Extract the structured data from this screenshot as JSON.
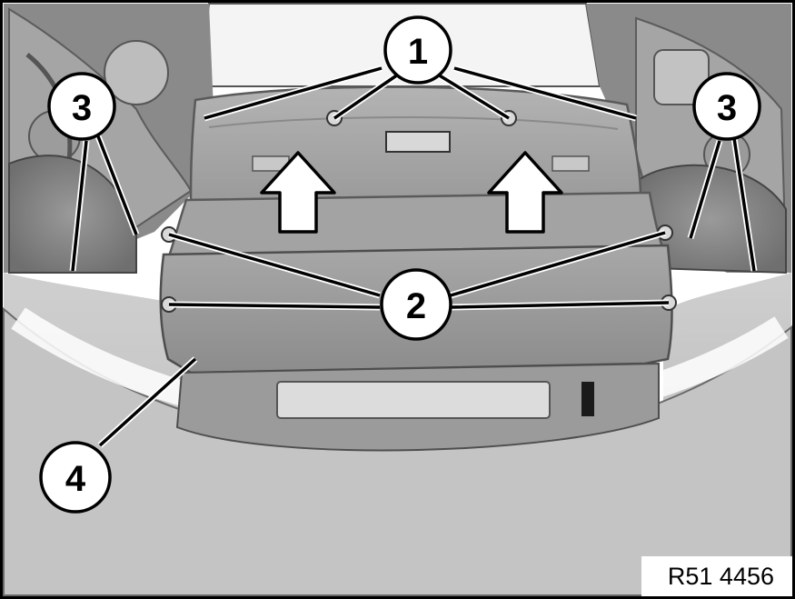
{
  "diagram": {
    "callouts": [
      {
        "id": "1",
        "label": "1"
      },
      {
        "id": "2",
        "label": "2"
      },
      {
        "id": "3-left",
        "label": "3"
      },
      {
        "id": "3-right",
        "label": "3"
      },
      {
        "id": "4",
        "label": "4"
      }
    ],
    "reference_code": "R51 4456"
  },
  "colors": {
    "background_light": "#c9c9c9",
    "panel": "#a9a9a9",
    "panel_dark": "#8e8e8e",
    "line": "#000000",
    "callout_fill": "#ffffff"
  }
}
